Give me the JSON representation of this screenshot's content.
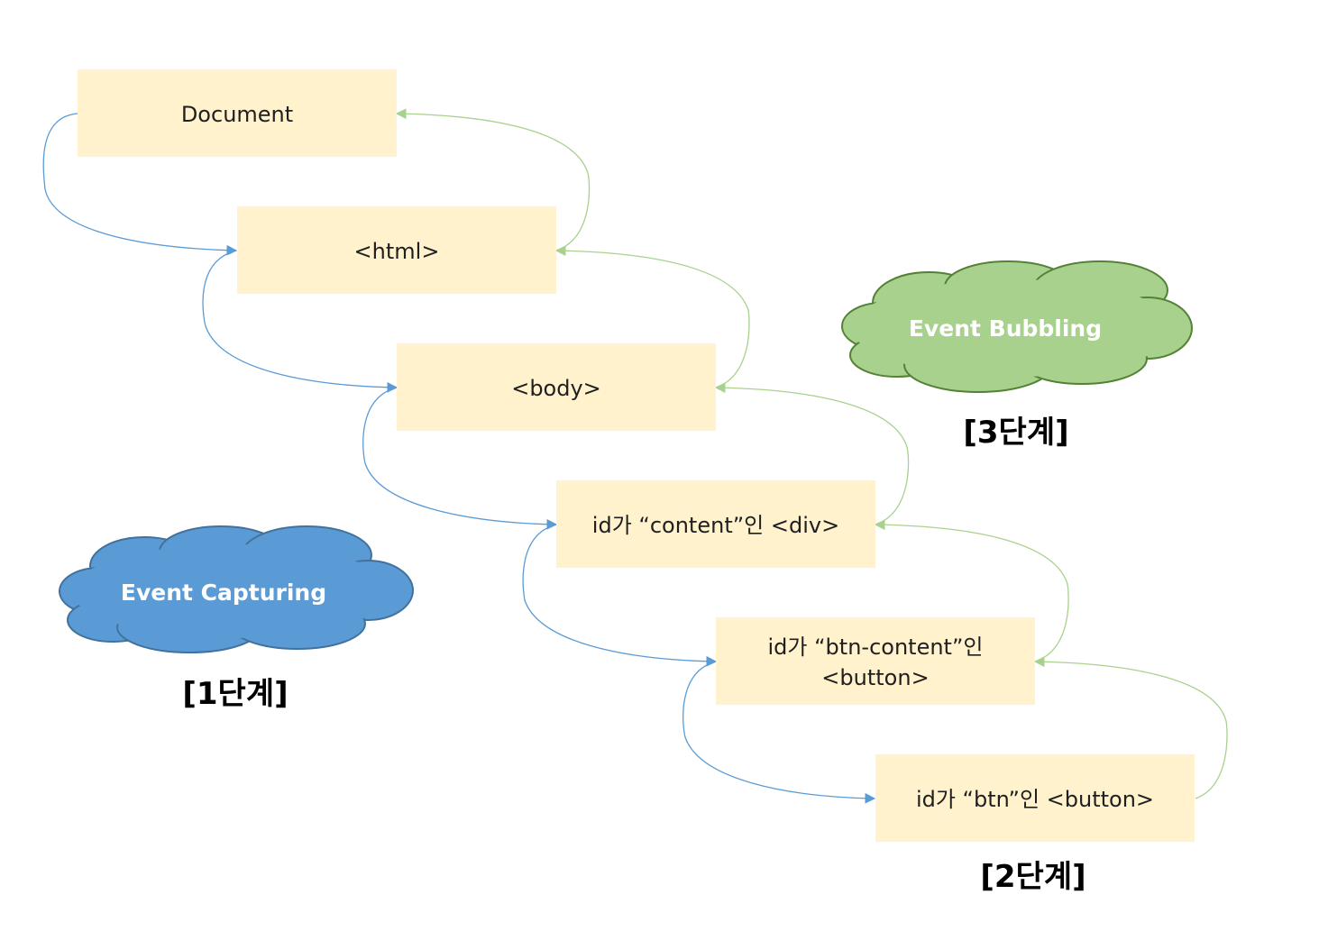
{
  "nodes": {
    "document": "Document",
    "html": "<html>",
    "body": "<body>",
    "div": "id가 “content”인 <div>",
    "btn_content_line1": "id가 “btn-content”인",
    "btn_content_line2": "<button>",
    "btn": "id가 “btn”인 <button>"
  },
  "clouds": {
    "capturing": "Event Capturing",
    "bubbling": "Event Bubbling"
  },
  "stages": {
    "stage1": "[1단계]",
    "stage2": "[2단계]",
    "stage3": "[3단계]"
  },
  "colors": {
    "node_fill": "#fff2cc",
    "capture": "#5b9bd5",
    "bubble": "#a9d18e"
  }
}
